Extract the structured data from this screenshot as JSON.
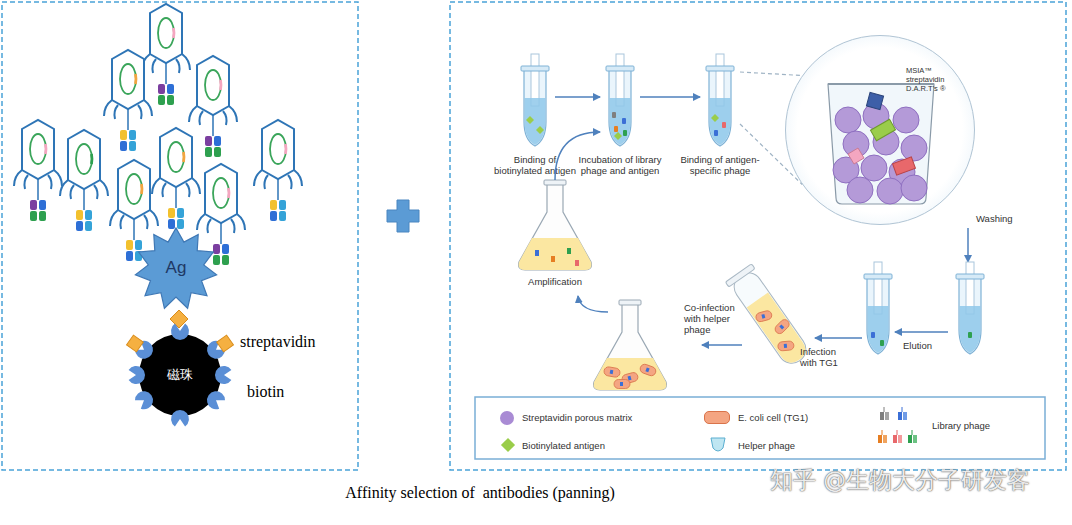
{
  "diagram": {
    "caption": "Affinity selection of  antibodies (panning)",
    "nodes": [
      {
        "text": [
          "Ag"
        ]
      },
      {
        "text": [
          "磁珠"
        ]
      },
      {
        "text": [
          "Binding of biotinylated antigen"
        ]
      },
      {
        "text": [
          "Incubation of library phage and antigen"
        ]
      },
      {
        "text": [
          "Binding of antigen-specific phage"
        ]
      },
      {
        "text": [
          "MSIA™ streptavidin D.A.R.T's ®"
        ]
      },
      {
        "text": [
          "Amplification"
        ]
      }
    ],
    "edges": [
      {
        "from": 2,
        "to": 3,
        "arrow": "to"
      },
      {
        "from": 3,
        "to": 4,
        "arrow": "to"
      },
      {
        "from": 4,
        "to": 5,
        "arrow": "none"
      },
      {
        "from": 6,
        "to": 3,
        "arrow": "to"
      }
    ],
    "labels": [
      "streptavidin",
      "biotin",
      "Washing",
      "Elution",
      "Infection with TG1",
      "Co-infection with helper phage",
      "知乎 @生物大分子研发客"
    ],
    "legend": [
      {
        "text": "Streptavidin porous matrix",
        "color": "#a98bd4"
      },
      {
        "text": "E. coli cell (TG1)",
        "color": "#f4a582"
      },
      {
        "text": "Library phage"
      },
      {
        "text": "Biotinylated antigen",
        "color": "#9acd4a"
      },
      {
        "text": "Helper phage"
      }
    ]
  }
}
